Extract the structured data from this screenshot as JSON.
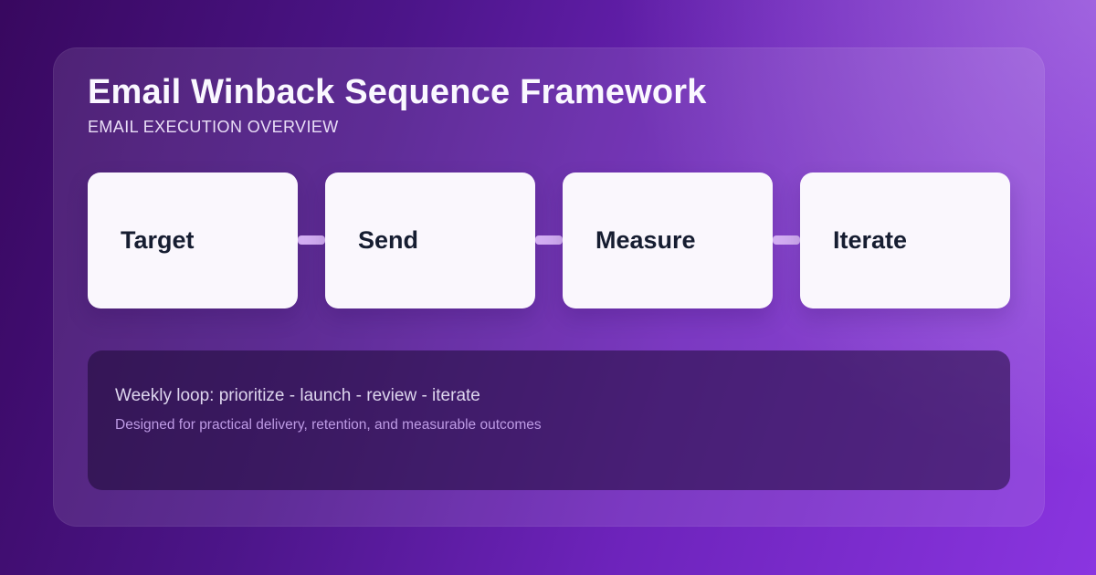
{
  "header": {
    "title": "Email Winback Sequence Framework",
    "subtitle": "EMAIL EXECUTION OVERVIEW"
  },
  "steps": [
    {
      "label": "Target"
    },
    {
      "label": "Send"
    },
    {
      "label": "Measure"
    },
    {
      "label": "Iterate"
    }
  ],
  "footer": {
    "line1": "Weekly loop: prioritize - launch - review - iterate",
    "line2": "Designed for practical delivery, retention, and measurable outcomes"
  },
  "colors": {
    "background_dark": "#38085f",
    "background_bright": "#8a35e0",
    "card_overlay": "rgba(255,255,255,0.10)",
    "step_box": "#faf7fd",
    "step_text": "#161d31",
    "connector": "#d2adf2",
    "footer_panel": "rgba(25,8,48,0.52)",
    "footer_primary_text": "#ded6ee",
    "footer_secondary_text": "#bd9ae4"
  }
}
